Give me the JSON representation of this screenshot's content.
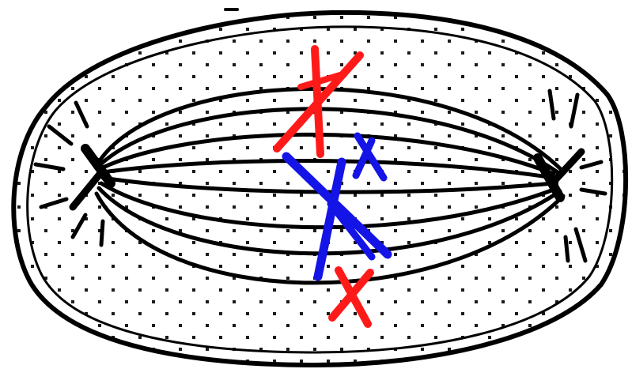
{
  "figure": {
    "subject": "cell-spindle-with-chromosomes",
    "style": "hand-drawn-pixelated",
    "colors": {
      "outline": "#000000",
      "background": "#ffffff",
      "stipple": "#1a1a1a",
      "chromosome_red": "#ff1a1a",
      "chromosome_blue": "#1414e6",
      "spindle_fiber": "#000000"
    },
    "chromosome_colors": [
      "red",
      "blue",
      "blue",
      "red"
    ],
    "chromosome_count": 4,
    "pole_count": 2
  }
}
